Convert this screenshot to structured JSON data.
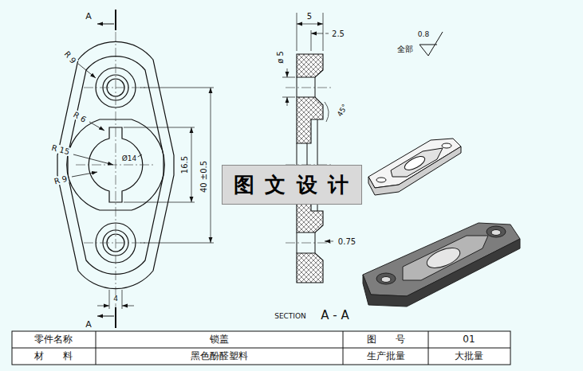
{
  "diagram": {
    "nodes": [
      {
        "text": [
          "图 文 设 计"
        ]
      }
    ],
    "labels": [
      "A",
      "R 9",
      "R 6",
      "R 15",
      "R 9",
      "Ø14",
      "16.5",
      "40 ±0.5",
      "4",
      "A",
      "5",
      "2.5",
      "ø 5",
      "45°",
      "0.75",
      "SECTION",
      "A - A",
      "全部",
      "0.8",
      "零件名称",
      "锁盖",
      "图　　号",
      "01",
      "材　　料",
      "黑色酚醛塑料",
      "生产批量",
      "大批量"
    ]
  }
}
